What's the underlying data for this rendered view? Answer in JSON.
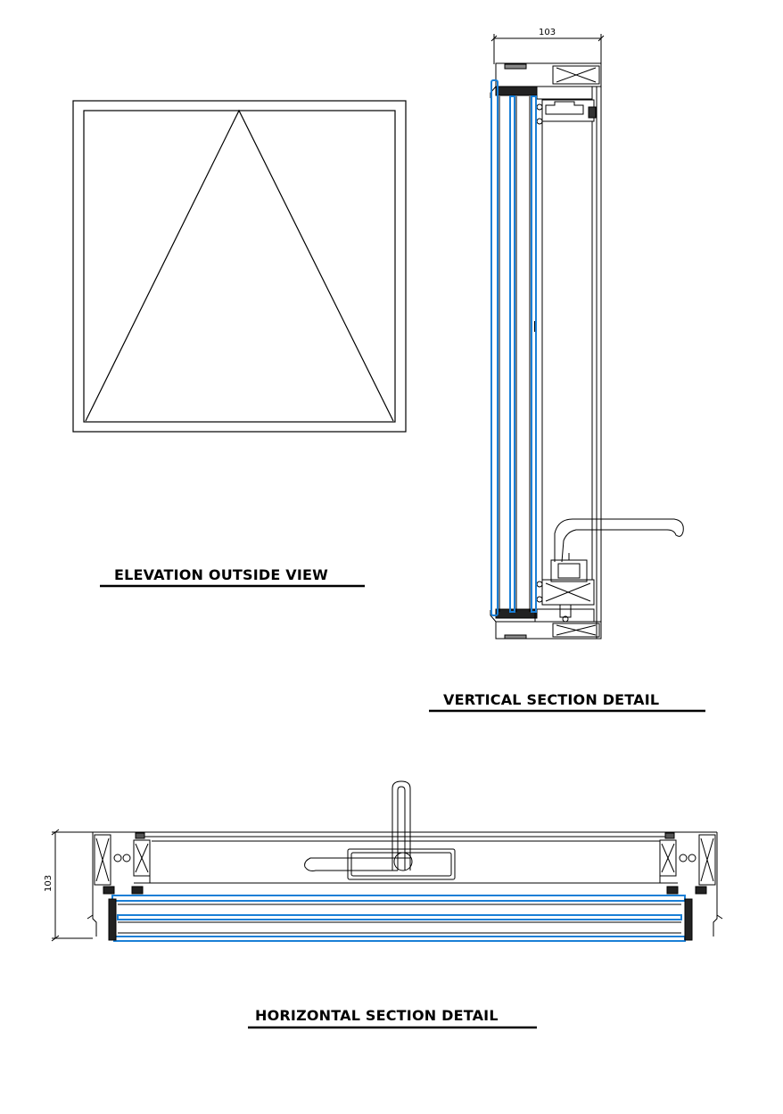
{
  "sheet": {
    "labels": {
      "elevation": "ELEVATION OUTSIDE VIEW",
      "vertical_section": "VERTICAL SECTION DETAIL",
      "horizontal_section": "HORIZONTAL SECTION DETAIL"
    },
    "dimensions": {
      "vertical_depth": "103",
      "horizontal_depth": "103"
    },
    "colors": {
      "line": "#000000",
      "glass": "#1a7fd6",
      "background": "#ffffff"
    }
  }
}
